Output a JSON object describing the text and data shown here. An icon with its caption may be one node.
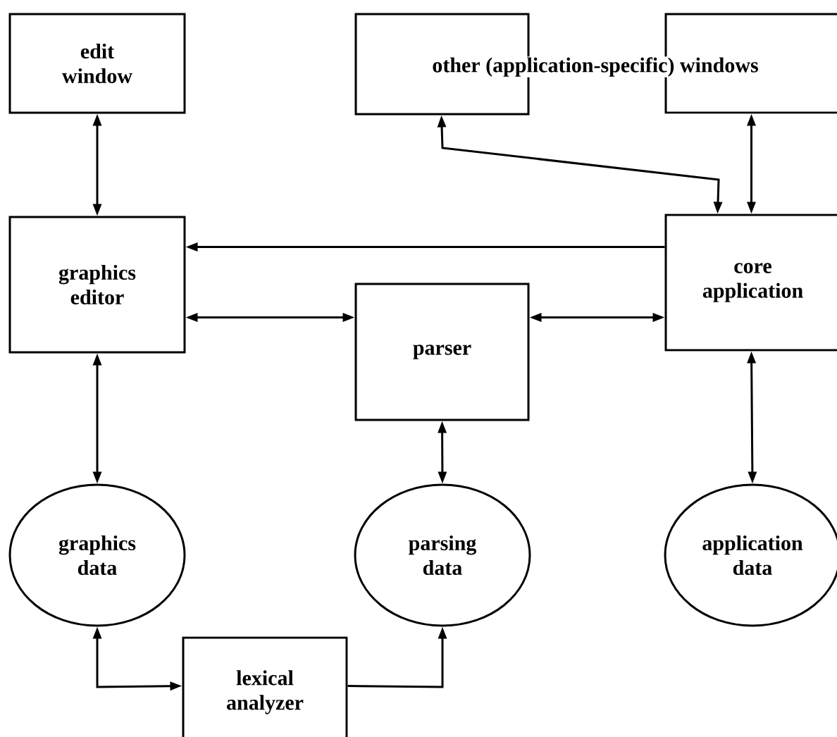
{
  "diagram": {
    "nodes": [
      {
        "text": [
          "edit window"
        ]
      },
      {
        "text": [
          "other (application-specific) windows"
        ]
      },
      {
        "text": [],
        "shape": "box"
      },
      {
        "text": [
          "graphics editor"
        ]
      },
      {
        "text": [
          "core application"
        ]
      },
      {
        "text": [
          "parser"
        ]
      },
      {
        "text": [
          "graphics data"
        ]
      },
      {
        "text": [
          "parsing data"
        ]
      },
      {
        "text": [
          "application data"
        ]
      },
      {
        "text": [
          "lexical analyzer"
        ]
      }
    ],
    "edges": [
      {
        "from": 0,
        "to": 3,
        "arrow": "both"
      },
      {
        "from": 1,
        "to": 4,
        "arrow": "both"
      },
      {
        "from": 2,
        "to": 4,
        "arrow": "both"
      },
      {
        "from": 4,
        "to": 3,
        "arrow": "to"
      },
      {
        "from": 3,
        "to": 5,
        "arrow": "both"
      },
      {
        "from": 5,
        "to": 4,
        "arrow": "both"
      },
      {
        "from": 3,
        "to": 6,
        "arrow": "both"
      },
      {
        "from": 5,
        "to": 7,
        "arrow": "both"
      },
      {
        "from": 4,
        "to": 8,
        "arrow": "both"
      },
      {
        "from": 6,
        "to": 9,
        "arrow": "both"
      },
      {
        "from": 9,
        "to": 7,
        "arrow": "to"
      }
    ]
  }
}
